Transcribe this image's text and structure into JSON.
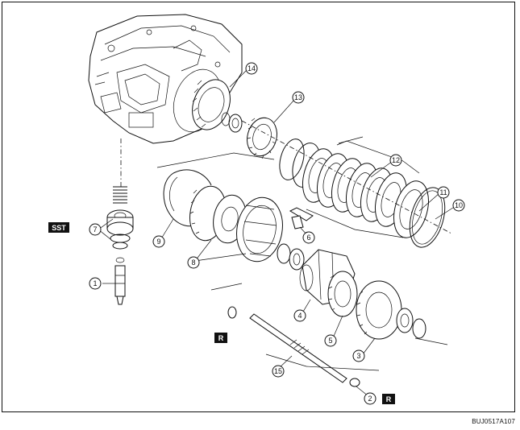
{
  "callouts": [
    "1",
    "2",
    "3",
    "4",
    "5",
    "6",
    "7",
    "8",
    "9",
    "10",
    "11",
    "12",
    "13",
    "14",
    "15"
  ],
  "tags": {
    "sst": "SST",
    "r": "R"
  },
  "figure_code": "BUJ0517A107",
  "colors": {
    "ink": "#111111",
    "paper": "#ffffff",
    "tag_bg": "#111111"
  }
}
